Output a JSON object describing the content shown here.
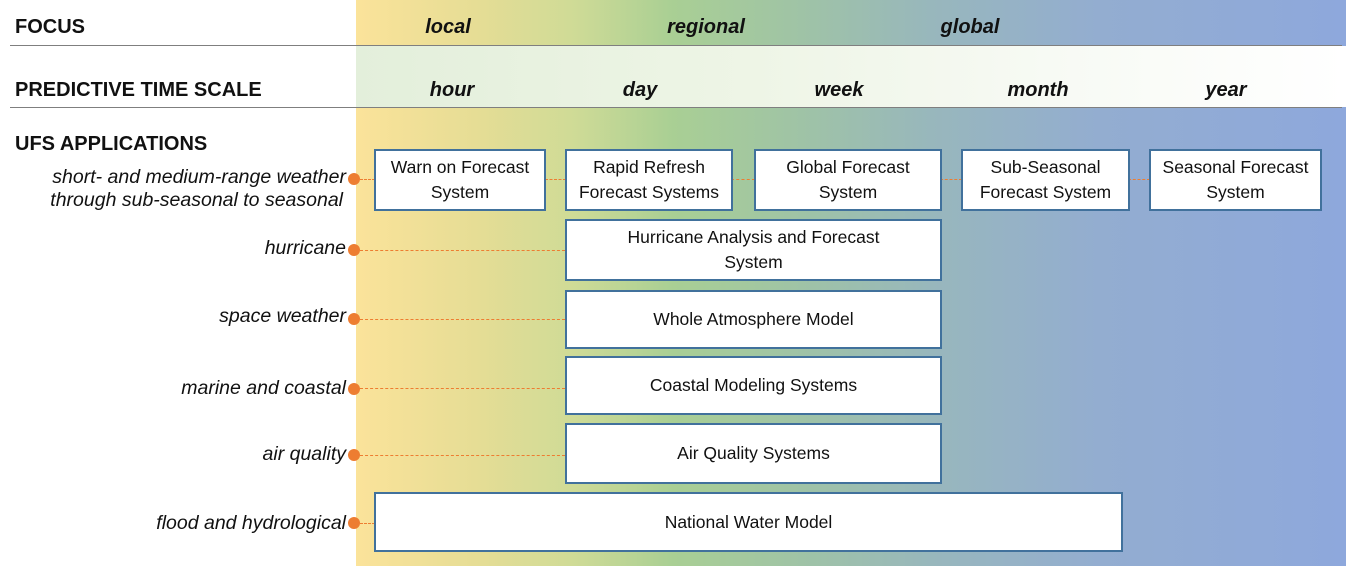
{
  "colors": {
    "gradient_start": "#fbe39a",
    "gradient_mid": "#a9cf94",
    "gradient_end": "#8ea8dc",
    "connector": "#ed7d31",
    "box_border": "#41719c"
  },
  "focus": {
    "label": "FOCUS",
    "levels": [
      "local",
      "regional",
      "global"
    ]
  },
  "time_scale": {
    "label": "PREDICTIVE TIME SCALE",
    "levels": [
      "hour",
      "day",
      "week",
      "month",
      "year"
    ]
  },
  "applications": {
    "label": "UFS APPLICATIONS",
    "rows": [
      {
        "category_line1": "short- and medium-range weather",
        "category_line2": "through sub-seasonal to seasonal",
        "systems": [
          "Warn on Forecast System",
          "Rapid Refresh Forecast Systems",
          "Global Forecast System",
          "Sub-Seasonal Forecast System",
          "Seasonal Forecast System"
        ]
      },
      {
        "category": "hurricane",
        "systems": [
          "Hurricane Analysis and Forecast System"
        ]
      },
      {
        "category": "space weather",
        "systems": [
          "Whole Atmosphere Model"
        ]
      },
      {
        "category": "marine and coastal",
        "systems": [
          "Coastal Modeling Systems"
        ]
      },
      {
        "category": "air quality",
        "systems": [
          "Air Quality Systems"
        ]
      },
      {
        "category": "flood and hydrological",
        "systems": [
          "National Water Model"
        ]
      }
    ]
  }
}
